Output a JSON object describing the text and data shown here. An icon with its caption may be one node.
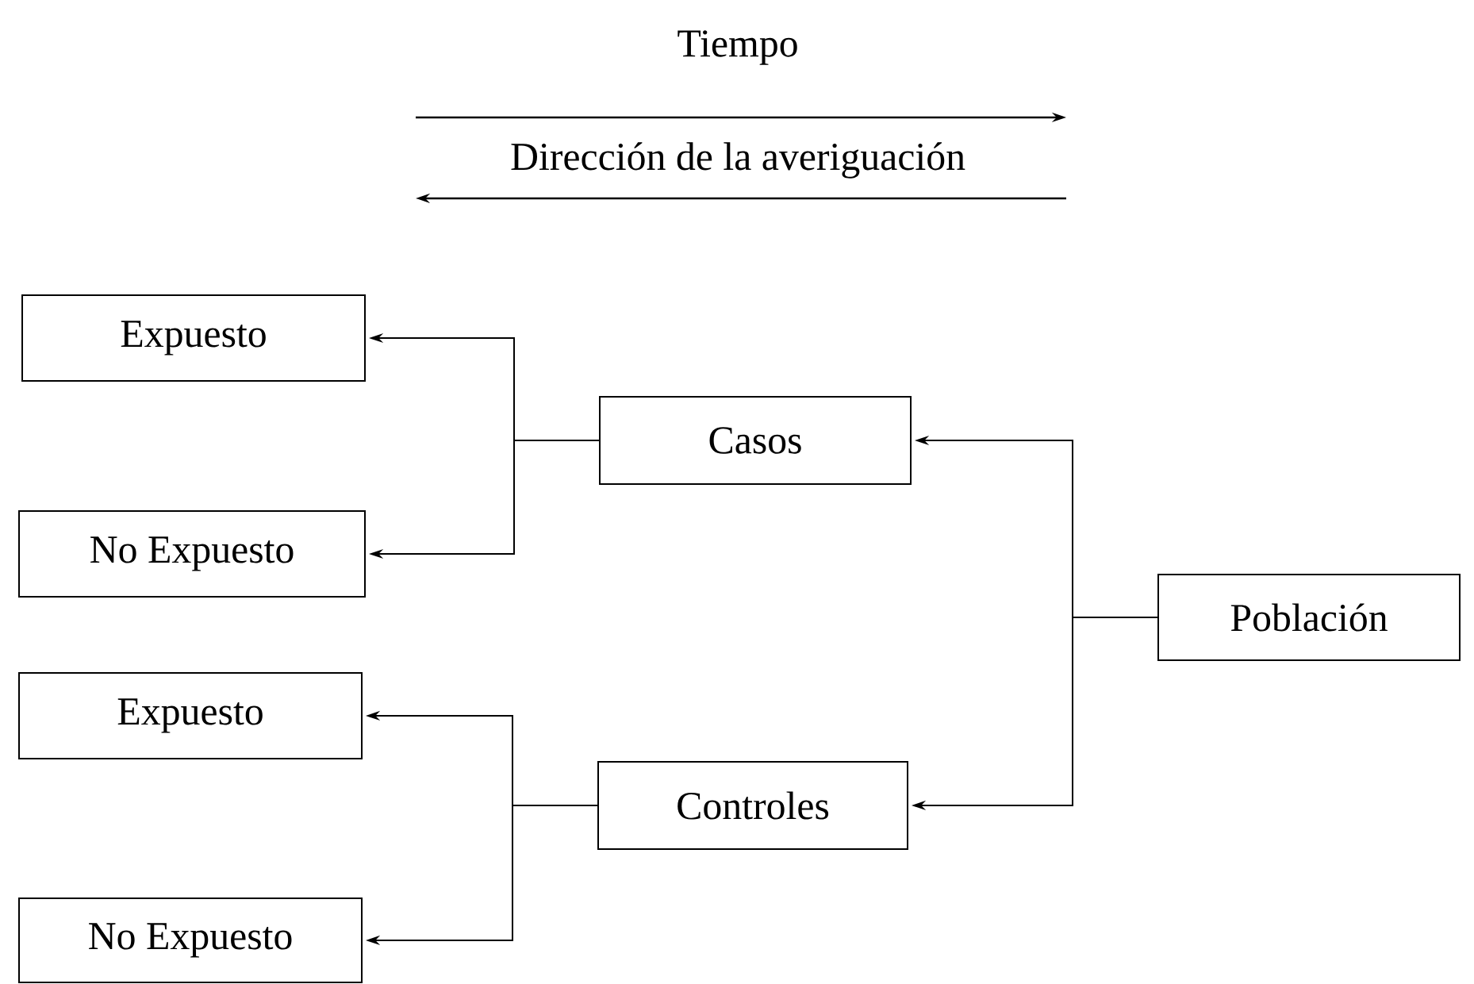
{
  "diagram": {
    "nodes": [
      {
        "text": [
          "Expuesto"
        ]
      },
      {
        "text": [
          "Casos"
        ]
      },
      {
        "text": [
          "No Expuesto"
        ]
      },
      {
        "text": [
          "Población"
        ]
      },
      {
        "text": [
          "Expuesto"
        ]
      },
      {
        "text": [
          "Controles"
        ]
      },
      {
        "text": [
          "No Expuesto"
        ]
      }
    ],
    "edges": [
      {
        "from": 3,
        "to": 1,
        "arrow": "to"
      },
      {
        "from": 3,
        "to": 5,
        "arrow": "to"
      },
      {
        "from": 1,
        "to": 0,
        "arrow": "to"
      },
      {
        "from": 1,
        "to": 2,
        "arrow": "to"
      },
      {
        "from": 5,
        "to": 4,
        "arrow": "to"
      },
      {
        "from": 5,
        "to": 6,
        "arrow": "to"
      }
    ],
    "labels": [
      "Tiempo",
      "Dirección de la averiguación"
    ]
  }
}
